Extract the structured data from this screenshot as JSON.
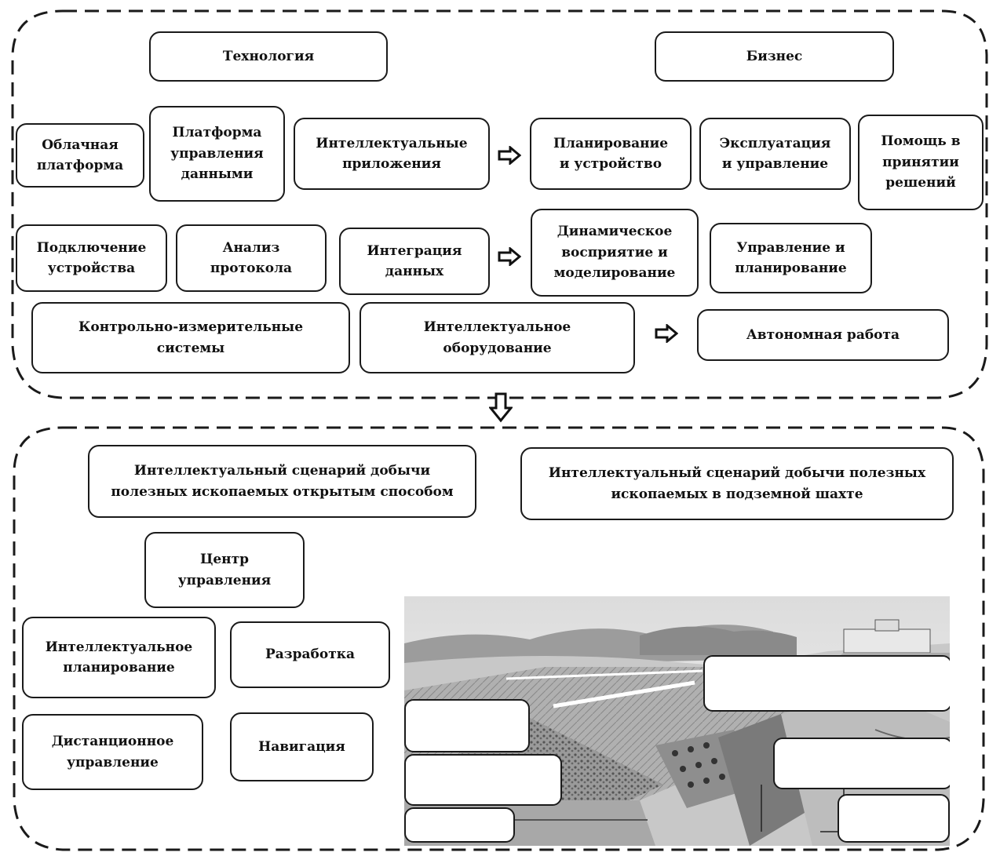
{
  "top": {
    "technology": "Технология",
    "business": "Бизнес",
    "row1": {
      "cloud": "Облачная\nплатформа",
      "data_platform": "Платформа\nуправления\nданными",
      "smart_apps": "Интеллектуальные\nприложения",
      "planning_design": "Планирование\nи устройство",
      "operations": "Эксплуатация\nи управление",
      "decision_support": "Помощь в\nпринятии\nрешений"
    },
    "row2": {
      "device_connection": "Подключение\nустройства",
      "protocol_analysis": "Анализ\nпротокола",
      "data_integration": "Интеграция\nданных",
      "dynamic_perception": "Динамическое\nвосприятие и\nмоделирование",
      "control_planning": "Управление и\nпланирование"
    },
    "row3": {
      "instrumentation": "Контрольно-измерительные\nсистемы",
      "smart_equipment": "Интеллектуальное\nоборудование",
      "autonomous": "Автономная работа"
    }
  },
  "bottom": {
    "open_pit": "Интеллектуальный сценарий добычи\nполезных ископаемых открытым способом",
    "underground": "Интеллектуальный сценарий добычи полезных\nископаемых в подземной шахте",
    "control_center": "Центр\nуправления",
    "smart_planning": "Интеллектуальное\nпланирование",
    "development": "Разработка",
    "remote_control": "Дистанционное\nуправление",
    "navigation": "Навигация"
  }
}
